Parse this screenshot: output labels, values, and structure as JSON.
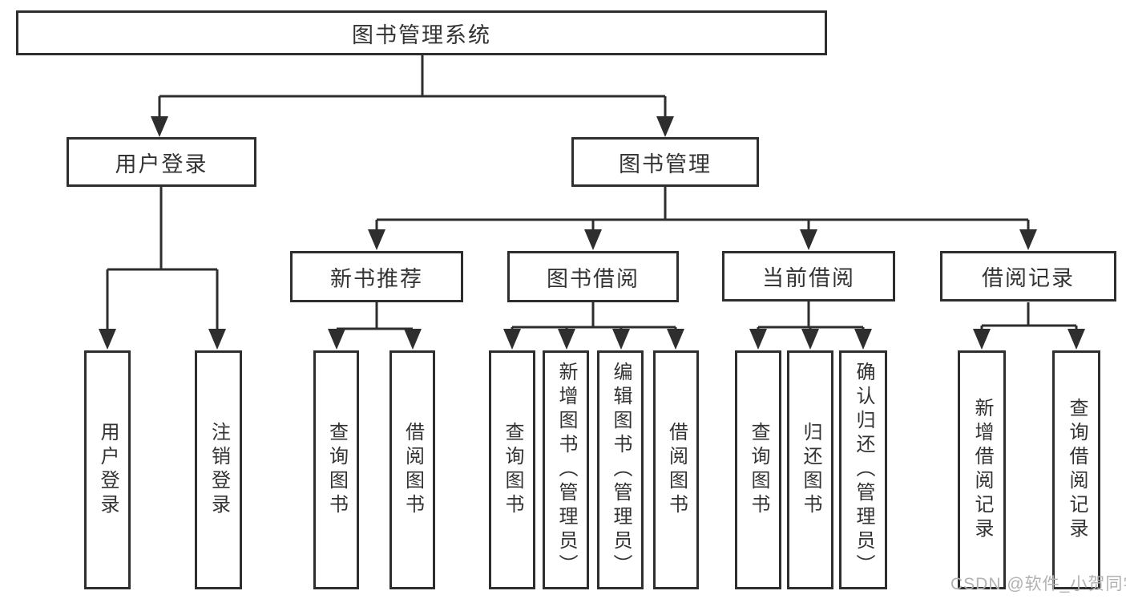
{
  "diagram": {
    "root": {
      "label": "图书管理系统"
    },
    "branches": {
      "user_login": {
        "label": "用户登录"
      },
      "book_management": {
        "label": "图书管理"
      }
    },
    "modules": {
      "new_book_recommend": {
        "label": "新书推荐"
      },
      "book_borrow": {
        "label": "图书借阅"
      },
      "current_borrow": {
        "label": "当前借阅"
      },
      "borrow_record": {
        "label": "借阅记录"
      }
    },
    "leaves": {
      "user_login": {
        "label": "用户登录"
      },
      "logout": {
        "label": "注销登录"
      },
      "nb_query_book": {
        "label": "查询图书"
      },
      "nb_borrow_book": {
        "label": "借阅图书"
      },
      "bb_query_book": {
        "label": "查询图书"
      },
      "bb_add_book": {
        "label": "新增图书（管理员）"
      },
      "bb_edit_book": {
        "label": "编辑图书（管理员）"
      },
      "bb_borrow_book": {
        "label": "借阅图书"
      },
      "cb_query_book": {
        "label": "查询图书"
      },
      "cb_return_book": {
        "label": "归还图书"
      },
      "cb_confirm_return": {
        "label": "确认归还（管理员）"
      },
      "br_add_record": {
        "label": "新增借阅记录"
      },
      "br_query_record": {
        "label": "查询借阅记录"
      }
    },
    "watermark": "CSDN @软件_小贺同学",
    "colors": {
      "line": "#2e2e2e",
      "text": "#333333",
      "watermark": "#b2b2b2",
      "background": "#ffffff"
    }
  }
}
